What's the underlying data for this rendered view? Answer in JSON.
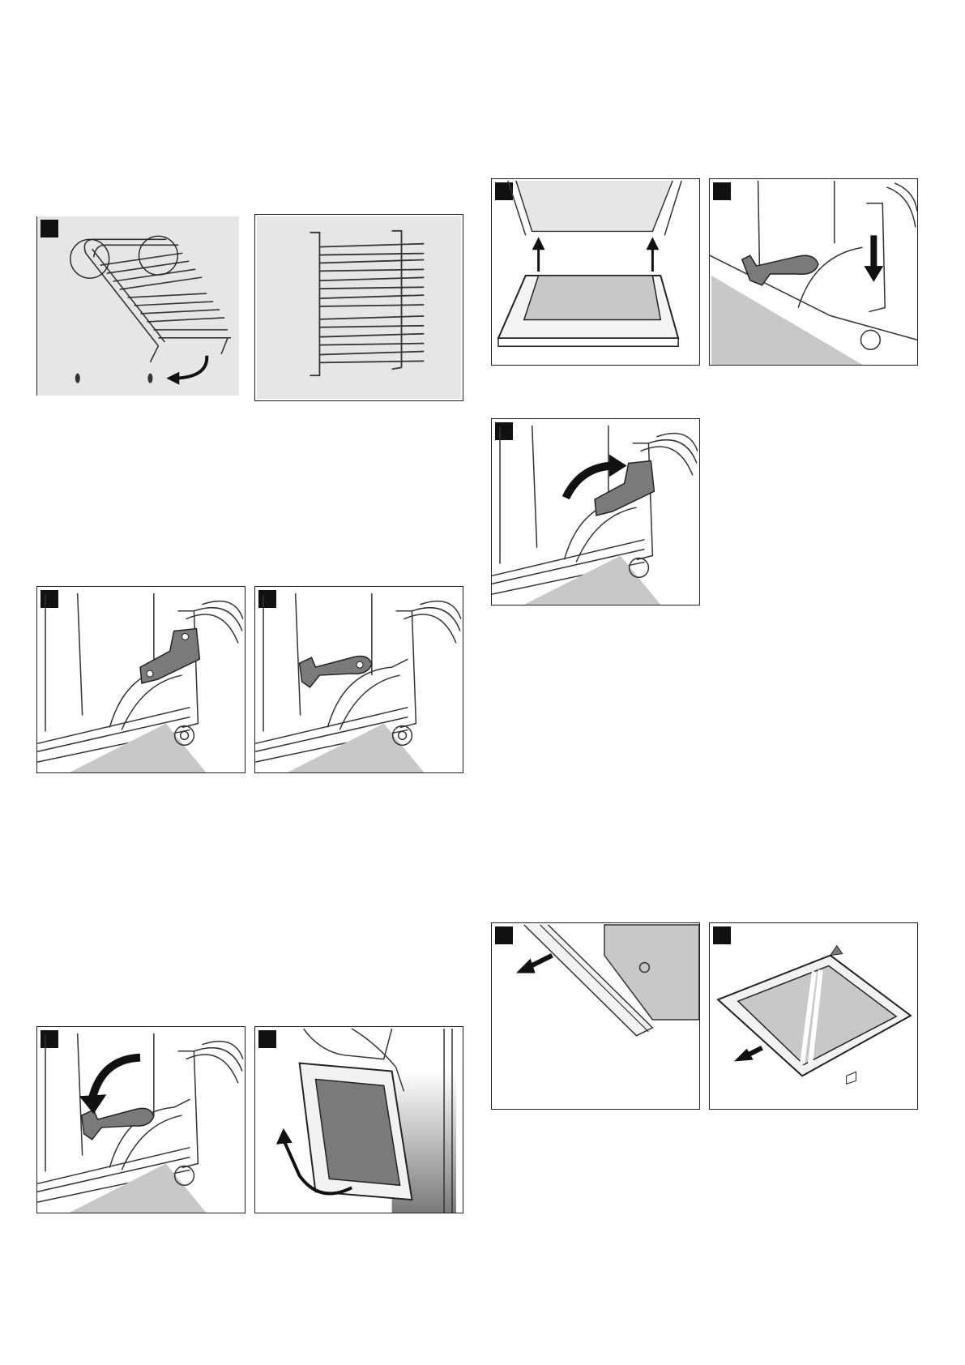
{
  "document": {
    "type": "appliance manual illustration page",
    "figures": [
      {
        "id": "fig-rack-removal",
        "badge": ""
      },
      {
        "id": "fig-rack-front",
        "badge": ""
      },
      {
        "id": "fig-hinge-lever-closed",
        "badge": ""
      },
      {
        "id": "fig-hinge-lever-open",
        "badge": ""
      },
      {
        "id": "fig-hinge-lever-fold-down",
        "badge": ""
      },
      {
        "id": "fig-door-lift-off",
        "badge": ""
      },
      {
        "id": "fig-glass-lift",
        "badge": ""
      },
      {
        "id": "fig-hinge-press-down",
        "badge": ""
      },
      {
        "id": "fig-hinge-lever-fold-up",
        "badge": ""
      },
      {
        "id": "fig-strip-removal",
        "badge": ""
      },
      {
        "id": "fig-pane-removal",
        "badge": ""
      }
    ]
  },
  "colors": {
    "line": "#222222",
    "panel_fill": "#e6e6e6",
    "lever_fill": "#7a7a7a",
    "shelf_fill": "#c8c8c8",
    "badge": "#111111"
  }
}
